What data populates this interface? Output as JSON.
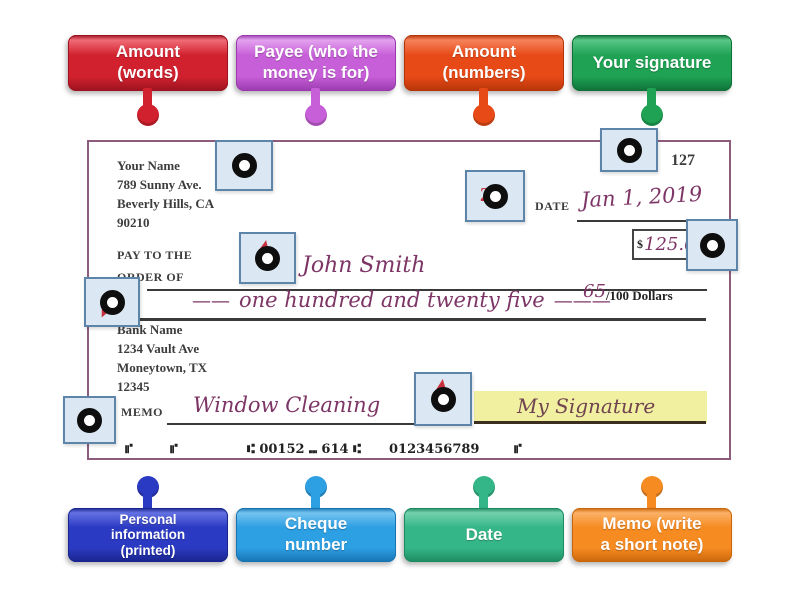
{
  "activity": {
    "top_labels": [
      {
        "label": "Amount (words)",
        "lines": [
          "Amount",
          "(words)"
        ],
        "bg": "#d2212e",
        "dark": "#9c1220",
        "light": "#ef6b76"
      },
      {
        "label": "Payee (who the money is for)",
        "lines": [
          "Payee (who the",
          "money is for)"
        ],
        "bg": "#c75fd8",
        "dark": "#9a3aae",
        "light": "#e3a2ee"
      },
      {
        "label": "Amount (numbers)",
        "lines": [
          "Amount",
          "(numbers)"
        ],
        "bg": "#e84a17",
        "dark": "#b53508",
        "light": "#f5825b"
      },
      {
        "label": "Your signature",
        "lines": [
          "Your signature"
        ],
        "bg": "#1fa254",
        "dark": "#0f7038",
        "light": "#58c687"
      }
    ],
    "bottom_labels": [
      {
        "label": "Personal information (printed)",
        "lines": [
          "Personal",
          "information",
          "(printed)"
        ],
        "bg": "#2b3ac2",
        "dark": "#19248c",
        "light": "#6471e2"
      },
      {
        "label": "Cheque number",
        "lines": [
          "Cheque",
          "number"
        ],
        "bg": "#2d9fe3",
        "dark": "#1873b2",
        "light": "#74c3f0"
      },
      {
        "label": "Date",
        "lines": [
          "Date"
        ],
        "bg": "#34b688",
        "dark": "#1e8a62",
        "light": "#74d1ae"
      },
      {
        "label": "Memo (write a short note)",
        "lines": [
          "Memo (write",
          "a short note)"
        ],
        "bg": "#f68b22",
        "dark": "#c9660a",
        "light": "#fbb166"
      }
    ]
  },
  "check": {
    "payer_lines": [
      "Your Name",
      "789 Sunny Ave.",
      "Beverly Hills, CA",
      "90210"
    ],
    "check_number": "127",
    "date_label": "DATE",
    "date_value": "Jan 1, 2019",
    "currency_symbol": "$",
    "amount_value": "125.65",
    "pay_to_line1": "PAY TO THE",
    "pay_to_line2": "ORDER OF",
    "payee_name": "John Smith",
    "amount_words_dash_left": "——",
    "amount_words": "one hundred and twenty five",
    "amount_words_dash_right": "———",
    "fraction_numerator": "65",
    "fraction_rest": "/100 Dollars",
    "bank_lines": [
      "Bank Name",
      "1234 Vault Ave",
      "Moneytown, TX",
      "12345"
    ],
    "memo_label": "MEMO",
    "memo_value": "Window Cleaning",
    "signature_value": "My Signature",
    "micr_segments": [
      "⑈",
      "⑈",
      "⑆ 00152 ⑉ 614 ⑆",
      "0123456789",
      "⑈"
    ]
  },
  "drop_zones": {
    "accent_digit": "2"
  },
  "colors": {
    "check_border": "#8d5c7c",
    "handwriting": "#7d3566",
    "signature_ink": "#6f4450",
    "highlight": "#f1efa0",
    "zone_bg": "#dbe8f3",
    "zone_border": "#5d84a9",
    "print_ink": "#3d3d3d",
    "accent_red": "#c8303d"
  }
}
